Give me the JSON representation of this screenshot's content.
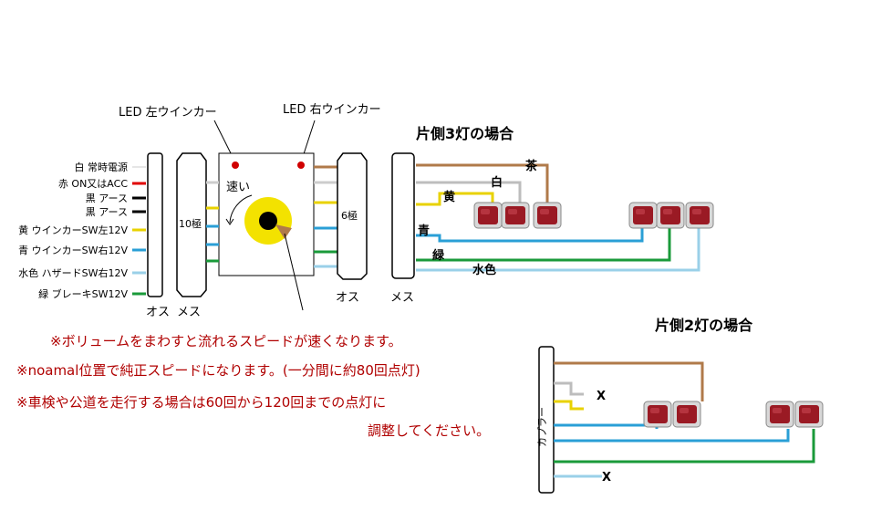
{
  "top_labels": {
    "led_left": "LED 左ウインカー",
    "led_right": "LED 右ウインカー"
  },
  "speed_label": "速い",
  "left_wires": [
    {
      "text": "白  常時電源",
      "color": "#ffffff"
    },
    {
      "text": "赤  ON又はACC",
      "color": "#e00000"
    },
    {
      "text": "黒  アース",
      "color": "#000000"
    },
    {
      "text": "黒  アース",
      "color": "#000000"
    },
    {
      "text": "黄  ウインカーSW左12V",
      "color": "#e8d200"
    },
    {
      "text": "青  ウインカーSW右12V",
      "color": "#2a9fd6"
    },
    {
      "text": "水色  ハザードSW右12V",
      "color": "#9ad0e8"
    },
    {
      "text": "緑  ブレーキSW12V",
      "color": "#1a9a3a"
    }
  ],
  "connectors": {
    "pin10": "10極",
    "pin6": "6極",
    "male1": "オス",
    "female1": "メス",
    "male2": "オス",
    "female2": "メス"
  },
  "section3": {
    "title": "片側3灯の場合",
    "wires": [
      {
        "text": "茶",
        "color": "#b07a4a"
      },
      {
        "text": "白",
        "color": "#bdbdbd"
      },
      {
        "text": "黄",
        "color": "#e8d200"
      },
      {
        "text": "青",
        "color": "#2a9fd6"
      },
      {
        "text": "緑",
        "color": "#1a9a3a"
      },
      {
        "text": "水色",
        "color": "#9ad0e8"
      }
    ]
  },
  "notes": [
    "※ボリュームをまわすと流れるスピードが速くなります。",
    "※noamal位置で純正スピードになります。(一分間に約80回点灯)",
    "※車検や公道を走行する場合は60回から120回までの点灯に",
    "調整してください。"
  ],
  "section2": {
    "title": "片側2灯の場合",
    "coupler": "カプラー",
    "x_mark": "X"
  },
  "colors": {
    "lamp": "#9a1a24",
    "note": "#b00000"
  }
}
